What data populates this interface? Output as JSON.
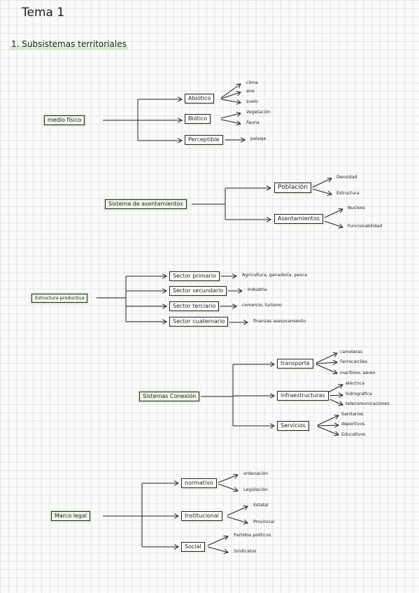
{
  "page_title": "Tema 1",
  "heading": "1. Subsistemas territoriales",
  "sections": [
    {
      "root": "medio físico",
      "branches": [
        {
          "label": "Abiótico",
          "leaves": [
            "clima",
            "aire",
            "suelo"
          ]
        },
        {
          "label": "Biótico",
          "leaves": [
            "Vegetación",
            "Fauna"
          ]
        },
        {
          "label": "Perceptible",
          "leaves": [
            "paisaje"
          ]
        }
      ]
    },
    {
      "root": "Sistema de asentamientos",
      "branches": [
        {
          "label": "Población",
          "leaves": [
            "Densidad",
            "Estructura"
          ]
        },
        {
          "label": "Asentamientos",
          "leaves": [
            "Nucleos",
            "Funcionabilidad"
          ]
        }
      ]
    },
    {
      "root": "Estructura productiva",
      "branches": [
        {
          "label": "Sector primario",
          "leaves": [
            "Agricultura, ganadería, pesca"
          ]
        },
        {
          "label": "Sector secundario",
          "leaves": [
            "Industria"
          ]
        },
        {
          "label": "Sector terciario",
          "leaves": [
            "comercio, turismo"
          ]
        },
        {
          "label": "Sector cuaternario",
          "leaves": [
            "finanzas asesoramiento"
          ]
        }
      ]
    },
    {
      "root": "Sistemas Conexión",
      "branches": [
        {
          "label": "transporte",
          "leaves": [
            "carreteras",
            "Ferrocarriles",
            "marítimo, aéreo"
          ]
        },
        {
          "label": "infraestructuras",
          "leaves": [
            "eléctrica",
            "hidrográfica",
            "telecomunicaciones"
          ]
        },
        {
          "label": "Servicios",
          "leaves": [
            "Sanitarios",
            "deportivos",
            "Educativos"
          ]
        }
      ]
    },
    {
      "root": "Marco legal",
      "branches": [
        {
          "label": "normativo",
          "leaves": [
            "ordenación",
            "Legislación"
          ]
        },
        {
          "label": "Institucional",
          "leaves": [
            "Estatal",
            "Provincial"
          ]
        },
        {
          "label": "Social",
          "leaves": [
            "Partidos políticos",
            "Sindicatos"
          ]
        }
      ]
    }
  ]
}
